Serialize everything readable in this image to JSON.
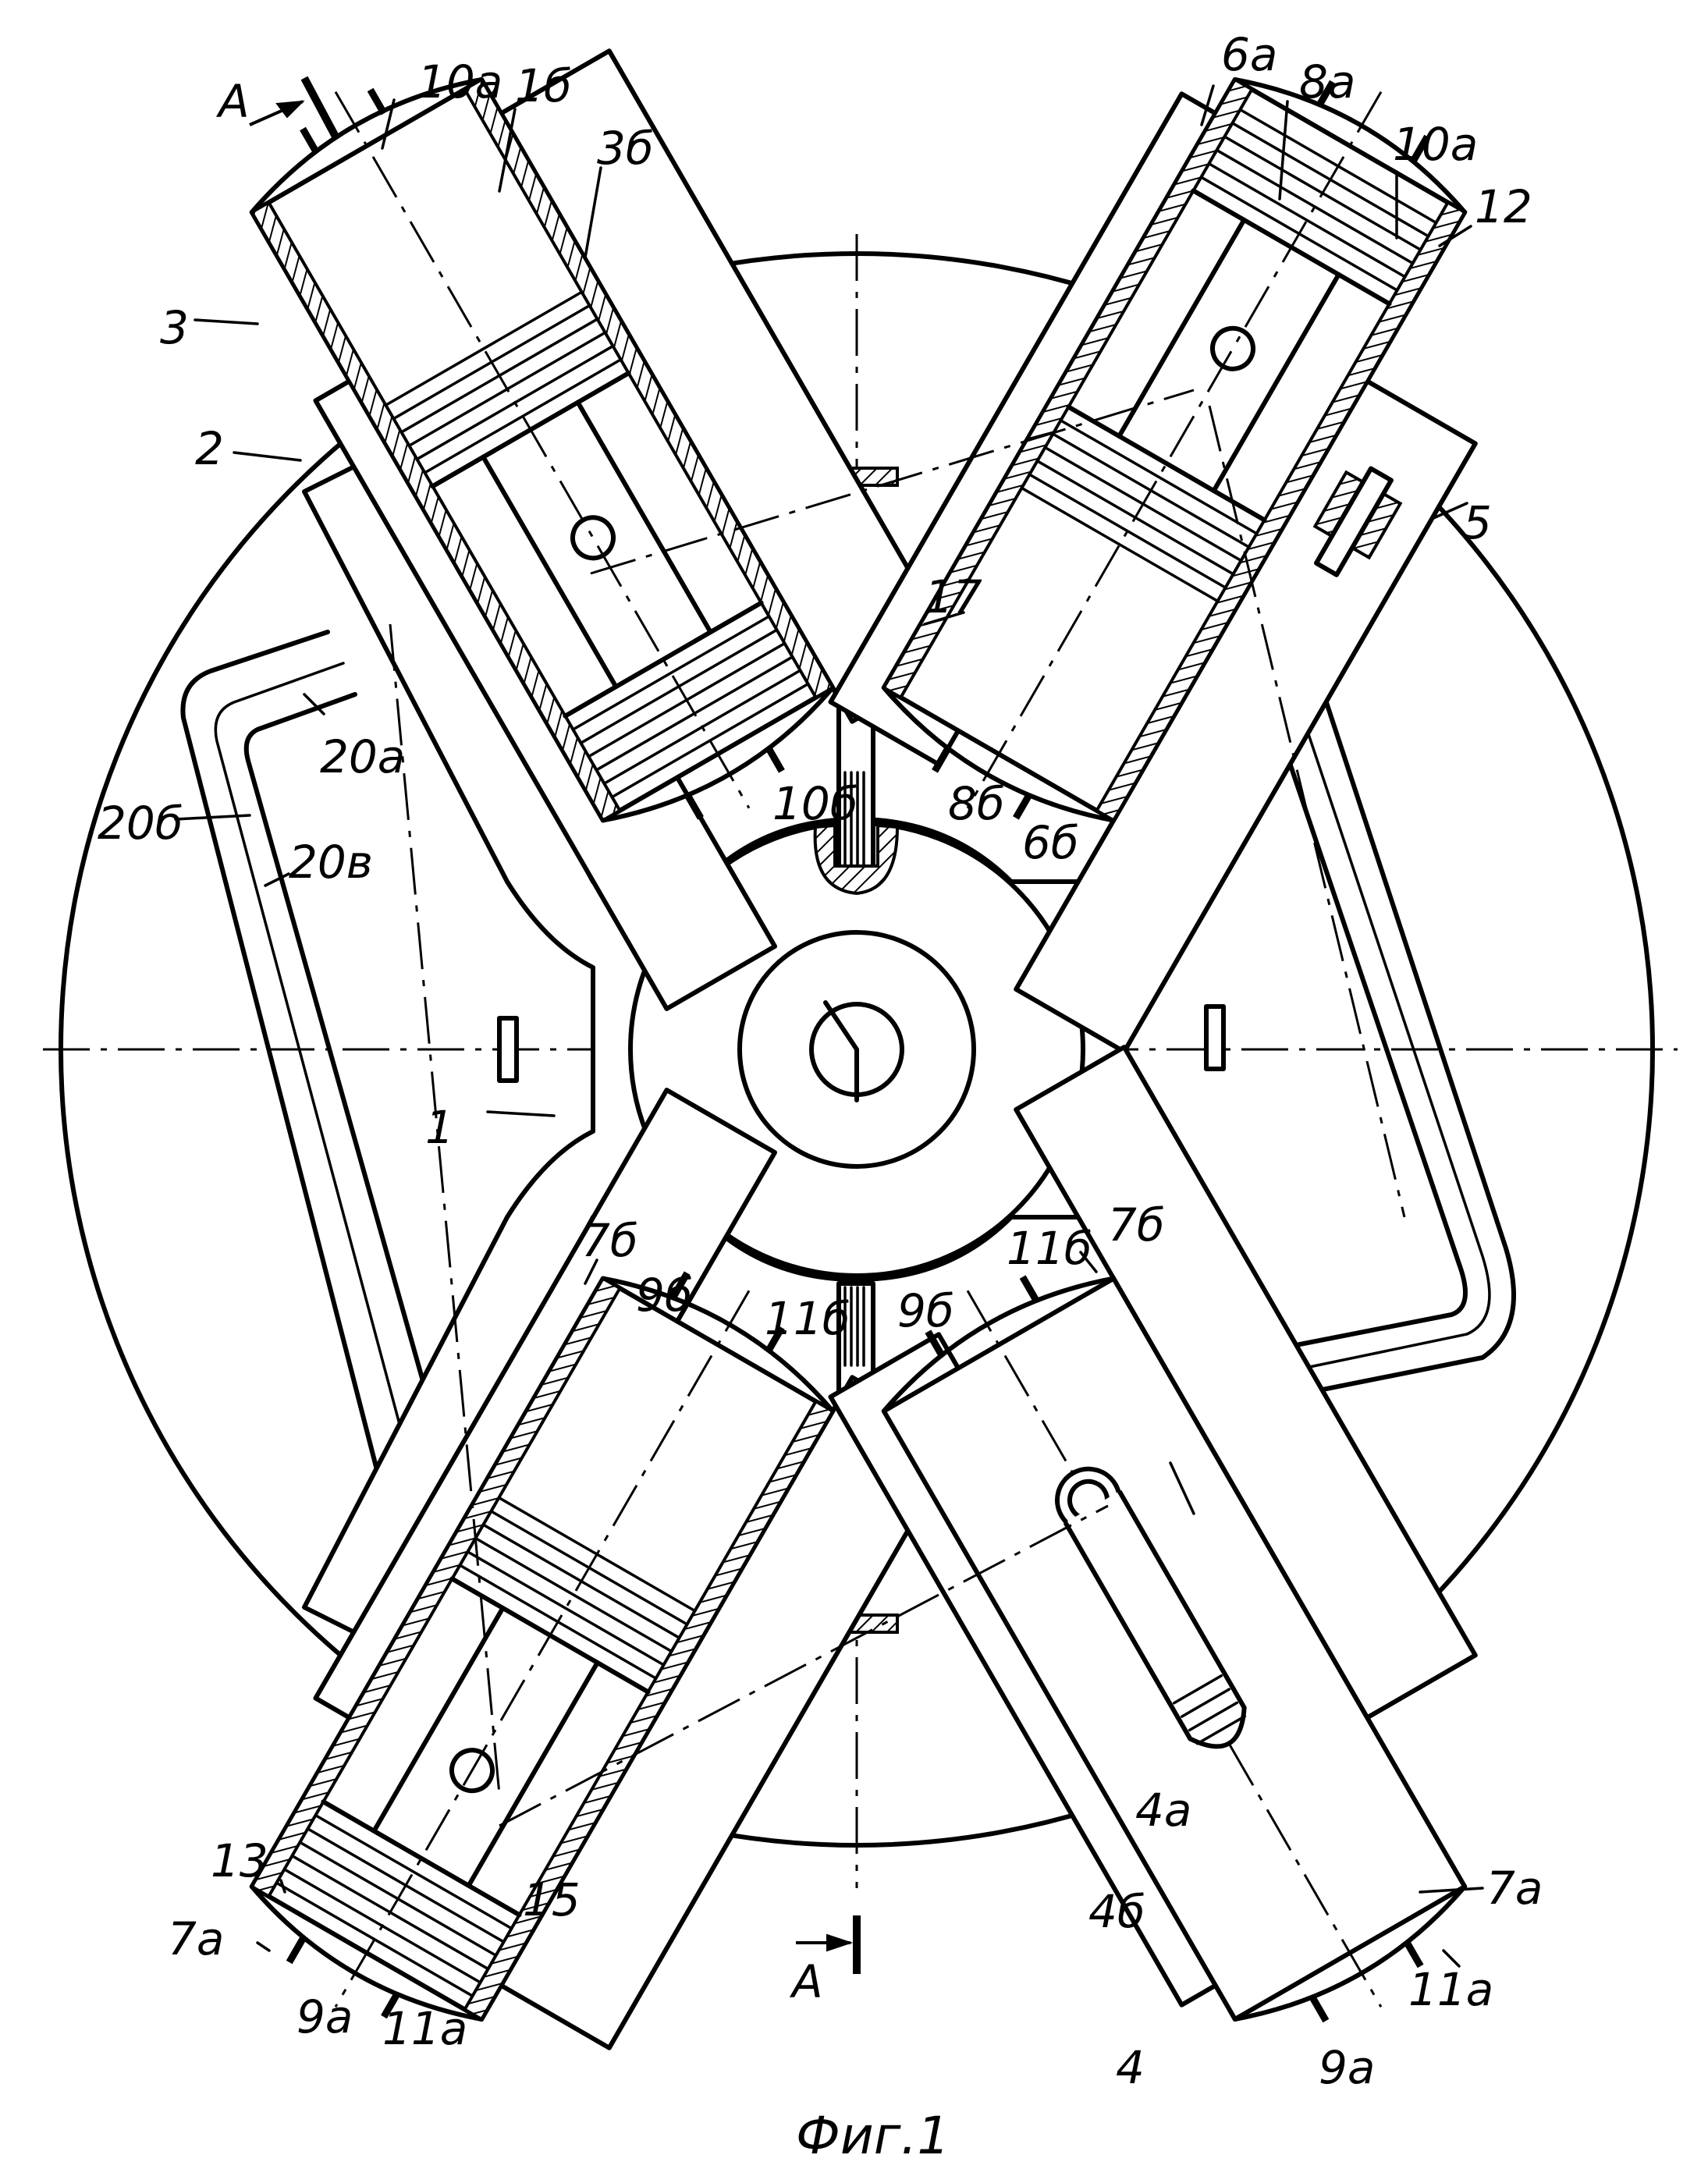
{
  "figure": {
    "caption": "Фиг.1",
    "section_mark": "A"
  },
  "labels": {
    "l_10a_top": "10a",
    "l_1b": "1б",
    "l_3b": "3б",
    "l_3": "3",
    "l_2": "2",
    "l_6a": "6a",
    "l_8a": "8a",
    "l_10a_tr": "10a",
    "l_12": "12",
    "l_5": "5",
    "l_17": "17",
    "l_20a": "20a",
    "l_20b": "20б",
    "l_20v": "20в",
    "l_10b": "10б",
    "l_8b": "8б",
    "l_6b": "6б",
    "l_1": "1",
    "l_7b_l": "7б",
    "l_9b_l": "9б",
    "l_11b_l": "11б",
    "l_11b_r": "11б",
    "l_7b_r": "7б",
    "l_9b_r": "9б",
    "l_13": "13",
    "l_15": "15",
    "l_7a_l": "7a",
    "l_9a_l": "9a",
    "l_11a_l": "11a",
    "l_4a": "4a",
    "l_4b": "4б",
    "l_4": "4",
    "l_7a_r": "7a",
    "l_11a_r": "11a",
    "l_9a_r": "9a"
  }
}
